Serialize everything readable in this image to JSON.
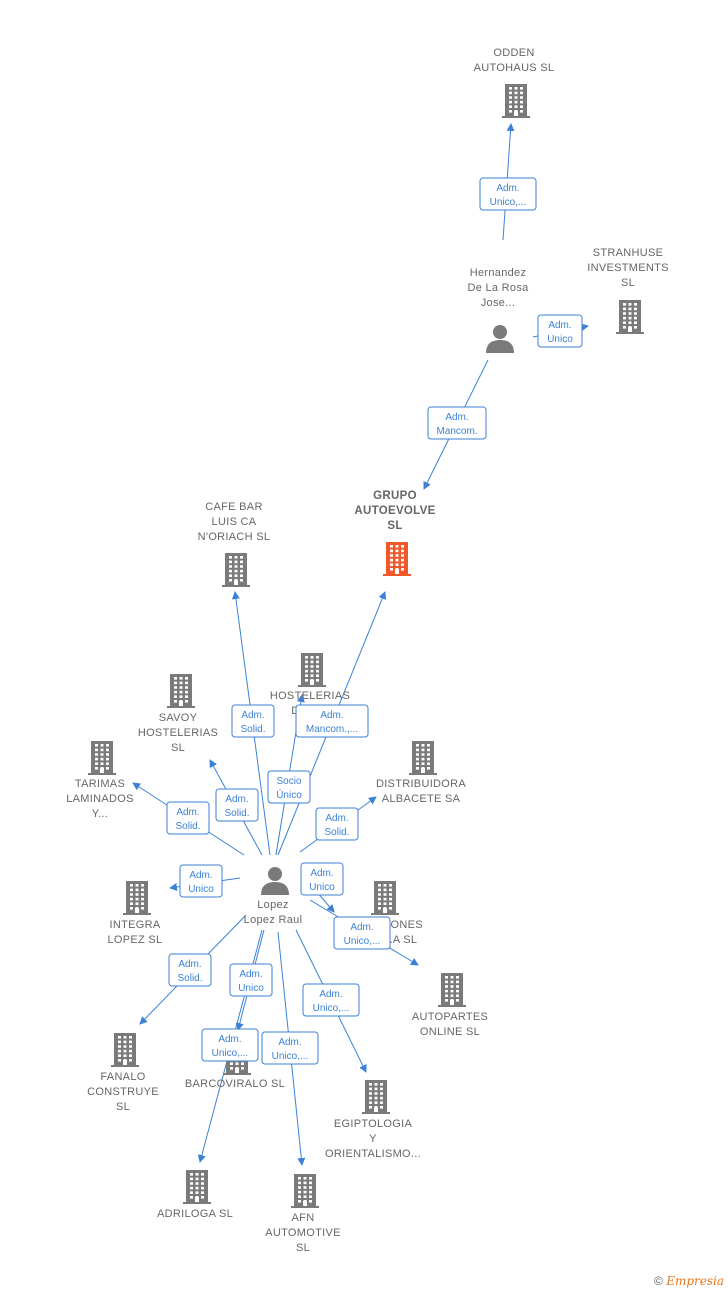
{
  "colors": {
    "edge": "#3b82d6",
    "building": "#7a7a7a",
    "focus": "#f2582a",
    "person": "#7a7a7a"
  },
  "nodes": [
    {
      "id": "odden",
      "type": "company",
      "label": [
        "ODDEN",
        "AUTOHAUS  SL"
      ]
    },
    {
      "id": "hernandez",
      "type": "person",
      "label": [
        "Hernandez",
        "De La Rosa",
        "Jose..."
      ]
    },
    {
      "id": "stranhuse",
      "type": "company",
      "label": [
        "STRANHUSE",
        "INVESTMENTS",
        "SL"
      ]
    },
    {
      "id": "grupo",
      "type": "focus",
      "label": [
        "GRUPO",
        "AUTOEVOLVE",
        "SL"
      ]
    },
    {
      "id": "cafebar",
      "type": "company",
      "label": [
        "CAFE BAR",
        "LUIS CA",
        "N'ORIACH SL"
      ]
    },
    {
      "id": "hostelerias",
      "type": "company",
      "label": [
        "HOSTELERIAS",
        "DE R..."
      ]
    },
    {
      "id": "savoy",
      "type": "company",
      "label": [
        "SAVOY",
        "HOSTELERIAS",
        "SL"
      ]
    },
    {
      "id": "tarimas",
      "type": "company",
      "label": [
        "TARIMAS",
        "LAMINADOS",
        "Y..."
      ]
    },
    {
      "id": "distribuidora",
      "type": "company",
      "label": [
        "DISTRIBUIDORA",
        "ALBACETE SA"
      ]
    },
    {
      "id": "lopez",
      "type": "person",
      "label": [
        "Lopez",
        "Lopez Raul"
      ]
    },
    {
      "id": "integra",
      "type": "company",
      "label": [
        "INTEGRA",
        "LOPEZ SL"
      ]
    },
    {
      "id": "inversiones",
      "type": "company",
      "label": [
        "...IONES",
        "...A SL"
      ]
    },
    {
      "id": "autopartes",
      "type": "company",
      "label": [
        "AUTOPARTES",
        "ONLINE  SL"
      ]
    },
    {
      "id": "fanalo",
      "type": "company",
      "label": [
        "FANALO",
        "CONSTRUYE",
        "SL"
      ]
    },
    {
      "id": "barcoviralo",
      "type": "company",
      "label": [
        "BARCOVIRALO SL"
      ]
    },
    {
      "id": "egiptologia",
      "type": "company",
      "label": [
        "EGIPTOLOGIA",
        "Y",
        "ORIENTALISMO..."
      ]
    },
    {
      "id": "adriloga",
      "type": "company",
      "label": [
        "ADRILOGA  SL"
      ]
    },
    {
      "id": "afn",
      "type": "company",
      "label": [
        "AFN",
        "AUTOMOTIVE",
        "SL"
      ]
    }
  ],
  "edges": [
    {
      "id": "e-odden",
      "label": [
        "Adm.",
        "Unico,..."
      ]
    },
    {
      "id": "e-stranhuse",
      "label": [
        "Adm.",
        "Unico"
      ]
    },
    {
      "id": "e-grupo-h",
      "label": [
        "Adm.",
        "Mancom."
      ]
    },
    {
      "id": "e-cafebar",
      "label": [
        "Adm.",
        "Solid."
      ]
    },
    {
      "id": "e-grupo-l",
      "label": [
        "Adm.",
        "Mancom.,..."
      ]
    },
    {
      "id": "e-hostelerias",
      "label": [
        "Socio",
        "Único"
      ]
    },
    {
      "id": "e-savoy",
      "label": [
        "Adm.",
        "Solid."
      ]
    },
    {
      "id": "e-tarimas",
      "label": [
        "Adm.",
        "Solid."
      ]
    },
    {
      "id": "e-distribuidora",
      "label": [
        "Adm.",
        "Solid."
      ]
    },
    {
      "id": "e-integra",
      "label": [
        "Adm.",
        "Unico"
      ]
    },
    {
      "id": "e-inversiones",
      "label": [
        "Adm.",
        "Unico"
      ]
    },
    {
      "id": "e-autopartes",
      "label": [
        "Adm.",
        "Unico,..."
      ]
    },
    {
      "id": "e-fanalo",
      "label": [
        "Adm.",
        "Solid."
      ]
    },
    {
      "id": "e-barcoviralo",
      "label": [
        "Adm.",
        "Unico"
      ]
    },
    {
      "id": "e-egiptologia",
      "label": [
        "Adm.",
        "Unico,..."
      ]
    },
    {
      "id": "e-adriloga",
      "label": [
        "Adm.",
        "Unico,..."
      ]
    },
    {
      "id": "e-afn",
      "label": [
        "Adm.",
        "Unico,..."
      ]
    }
  ],
  "watermark": {
    "symbol": "©",
    "brand": "Empresia"
  }
}
